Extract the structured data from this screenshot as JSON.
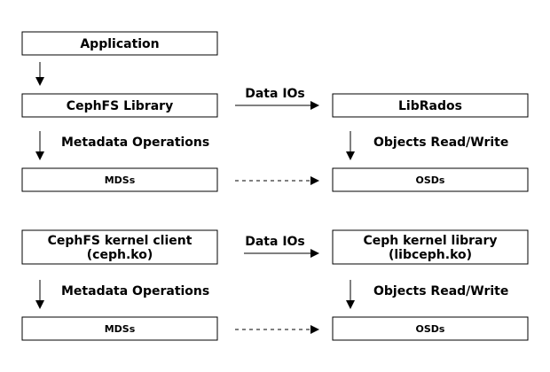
{
  "diagram": {
    "top": {
      "application": "Application",
      "cephfs_library": "CephFS Library",
      "librados": "LibRados",
      "mds": "MDSs",
      "osd": "OSDs",
      "data_ios": "Data IOs",
      "metadata_ops": "Metadata Operations",
      "objects_rw": "Objects Read/Write"
    },
    "bottom": {
      "kernel_client_line1": "CephFS kernel client",
      "kernel_client_line2": "(ceph.ko)",
      "kernel_library_line1": "Ceph kernel library",
      "kernel_library_line2": "(libceph.ko)",
      "mds": "MDSs",
      "osd": "OSDs",
      "data_ios": "Data IOs",
      "metadata_ops": "Metadata Operations",
      "objects_rw": "Objects Read/Write"
    }
  }
}
